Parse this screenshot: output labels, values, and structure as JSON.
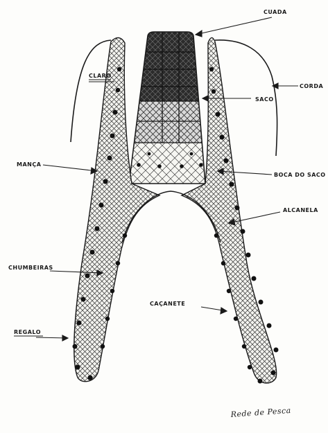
{
  "diagram": {
    "labels": {
      "cuada": "CUADA",
      "claro": "CLARO",
      "corda": "CORDA",
      "saco": "SACO",
      "manga": "MANÇA",
      "boca_do_saco": "BOCA DO SACO",
      "alcanela": "ALCANELA",
      "chumbeiras": "CHUMBEIRAS",
      "cacanete": "CAÇANETE",
      "regalo": "REGALO"
    },
    "signature": "Rede de Pesca"
  }
}
